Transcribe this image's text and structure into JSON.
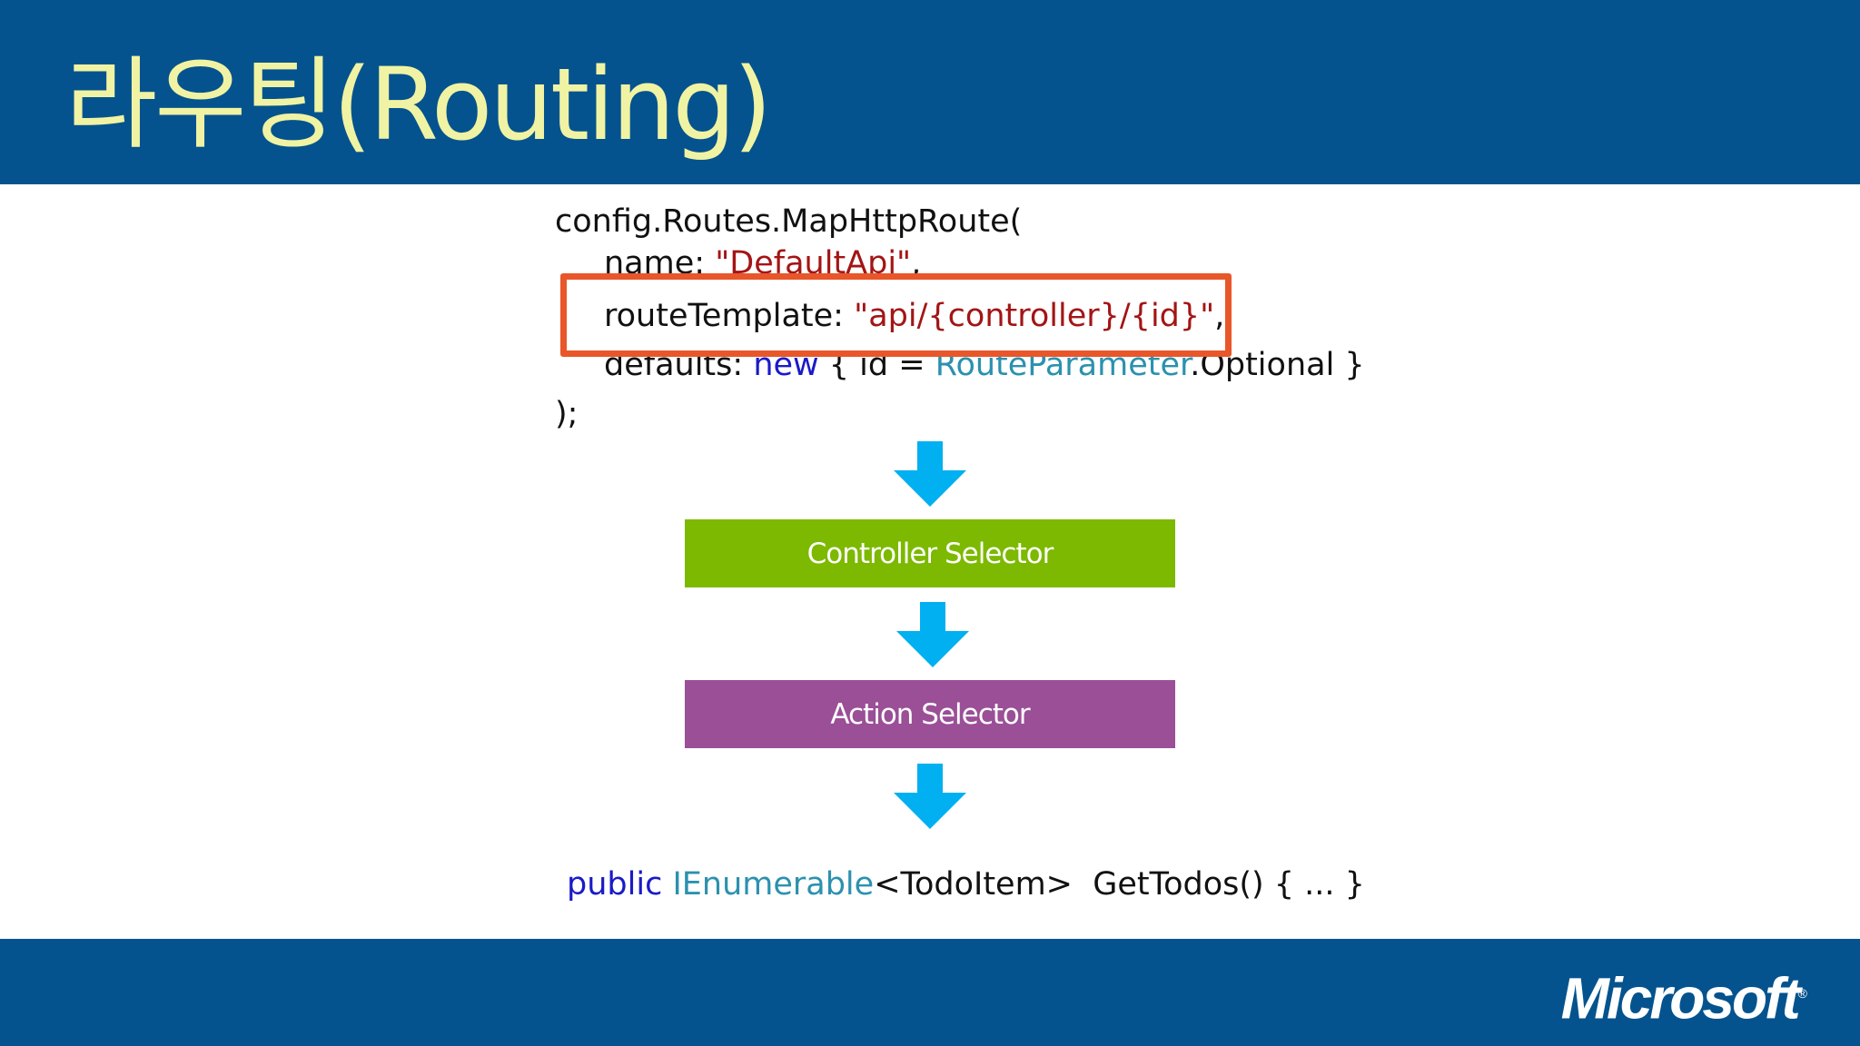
{
  "slide": {
    "title": "라우팅(Routing)",
    "colors": {
      "header": "#04538e",
      "title": "#f0f3a3",
      "highlight": "#e8562a",
      "arrow": "#00b0f0"
    }
  },
  "code": {
    "line1": "config.Routes.MapHttpRoute(",
    "line2_key": "name: ",
    "line2_val": "\"DefaultApi\"",
    "line2_end": ",",
    "line3_key": "routeTemplate: ",
    "line3_val": "\"api/{controller}/{id}\"",
    "line3_end": ",",
    "line4_key": "defaults: ",
    "line4_kw": "new",
    "line4_mid": " { id = ",
    "line4_type": "RouteParameter",
    "line4_end": ".Optional }",
    "line5": ");"
  },
  "flow": {
    "controller_selector": "Controller Selector",
    "action_selector": "Action Selector"
  },
  "signature": {
    "kw": "public",
    "type": "IEnumerable",
    "rest": "<TodoItem>  GetTodos() { ... }"
  },
  "footer": {
    "logo": "Microsoft",
    "logo_mark": "®"
  }
}
